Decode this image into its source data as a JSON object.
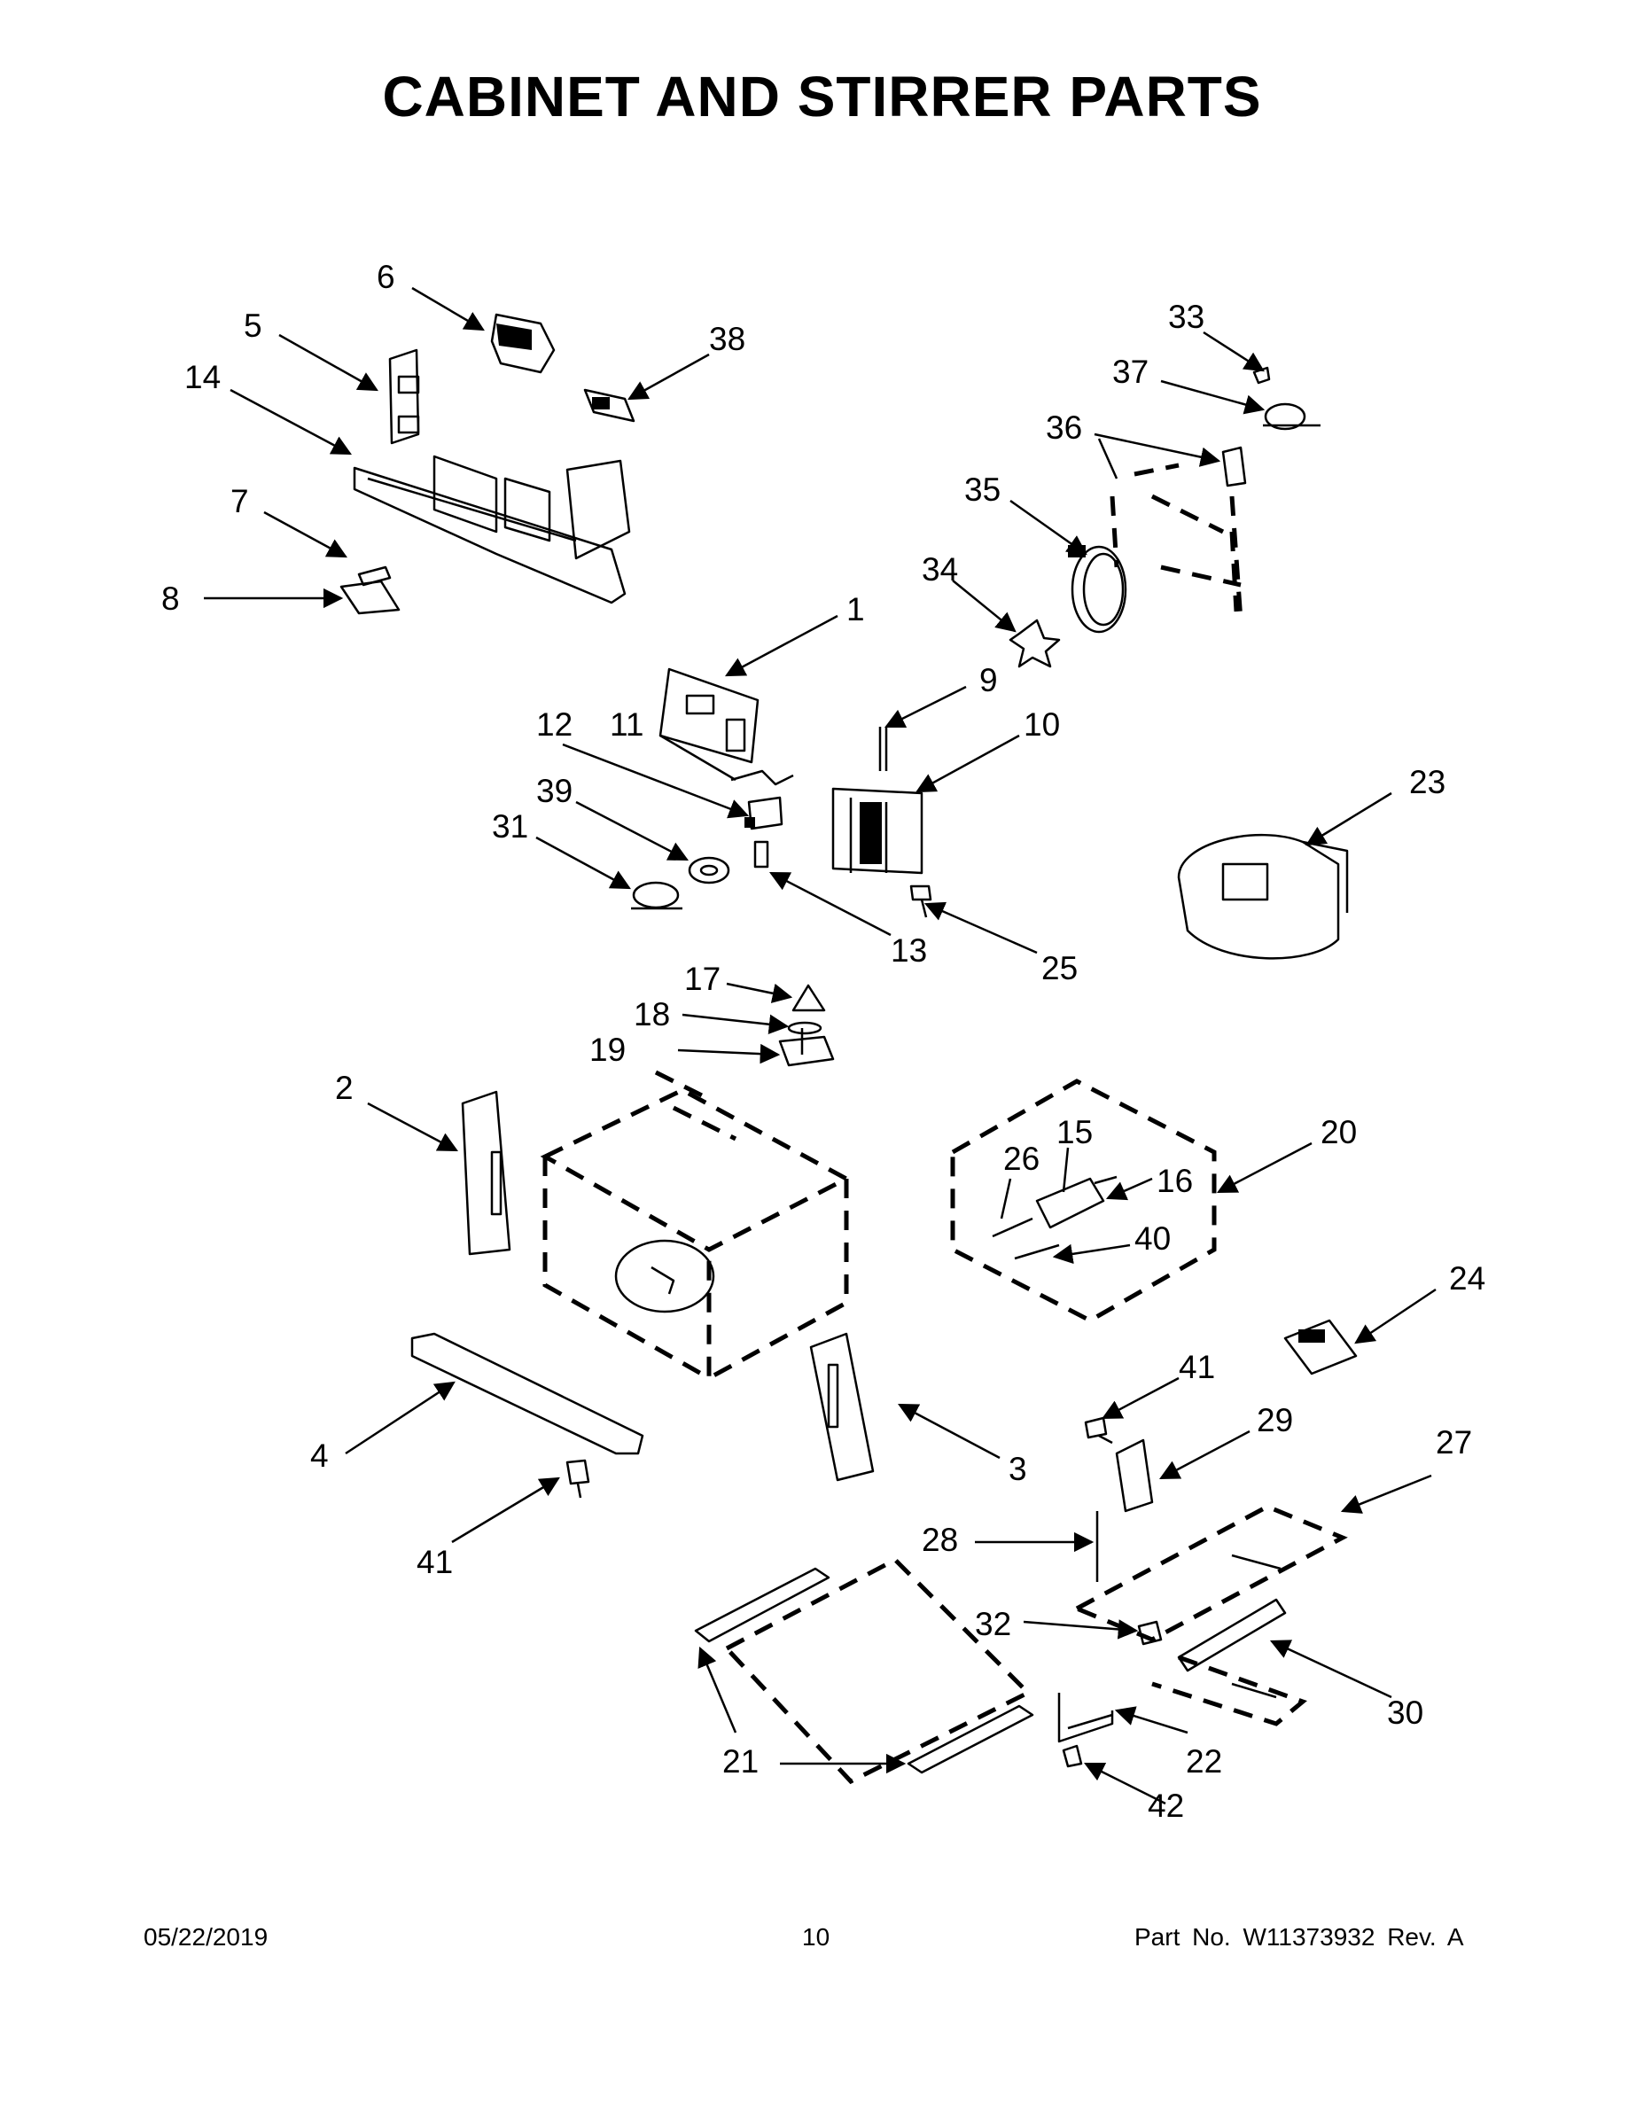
{
  "page": {
    "title": "CABINET AND STIRRER PARTS",
    "footer_date": "05/22/2019",
    "footer_page": "10",
    "footer_part": "Part No. W11373932 Rev. A"
  },
  "callouts": [
    "1",
    "2",
    "3",
    "4",
    "5",
    "6",
    "7",
    "8",
    "9",
    "10",
    "11",
    "12",
    "13",
    "14",
    "15",
    "16",
    "17",
    "18",
    "19",
    "20",
    "21",
    "22",
    "23",
    "24",
    "25",
    "26",
    "27",
    "28",
    "29",
    "30",
    "31",
    "32",
    "33",
    "34",
    "35",
    "36",
    "37",
    "38",
    "39",
    "40",
    "41",
    "42"
  ]
}
